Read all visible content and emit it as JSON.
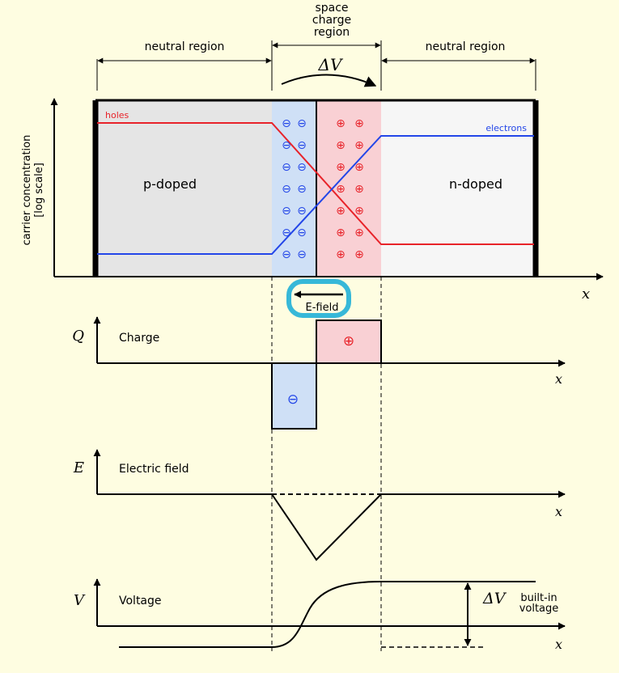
{
  "header": {
    "neutral_left": "neutral region",
    "neutral_right": "neutral region",
    "space_charge_line1": "space",
    "space_charge_line2": "charge",
    "space_charge_line3": "region",
    "delta_v": "ΔV"
  },
  "carrier_panel": {
    "y_label_line1": "carrier concentration",
    "y_label_line2": "[log scale]",
    "x_axis": "x",
    "p_label": "p-doped",
    "n_label": "n-doped",
    "holes_label": "holes",
    "electrons_label": "electrons",
    "minus_symbol": "⊖",
    "plus_symbol": "⊕"
  },
  "efield_label": "E-field",
  "charge_panel": {
    "axis_symbol": "Q",
    "title": "Charge",
    "x_axis": "x",
    "minus_symbol": "⊖",
    "plus_symbol": "⊕"
  },
  "field_panel": {
    "axis_symbol": "E",
    "title": "Electric field",
    "x_axis": "x"
  },
  "voltage_panel": {
    "axis_symbol": "V",
    "title": "Voltage",
    "x_axis": "x",
    "delta_v": "ΔV",
    "builtin_line1": "built-in",
    "builtin_line2": "voltage"
  },
  "colors": {
    "background": "#fefde1",
    "holes": "#e8232a",
    "electrons": "#2346e8",
    "negative_fill": "#cfe0f6",
    "positive_fill": "#f9d0d4",
    "p_region": "#e5e5e5",
    "n_region": "#f6f6f6",
    "highlight": "#37b8d8"
  }
}
